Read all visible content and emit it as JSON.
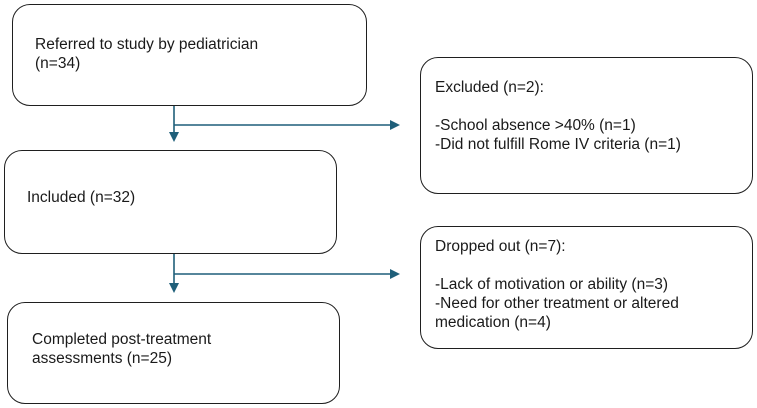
{
  "nodes": {
    "referred": {
      "lines": [
        "Referred to study by pediatrician",
        "(n=34)"
      ]
    },
    "included": {
      "lines": [
        "Included (n=32)"
      ]
    },
    "completed": {
      "lines": [
        "Completed post-treatment",
        "assessments (n=25)"
      ]
    },
    "excluded": {
      "title": "Excluded (n=2):",
      "lines": [
        "-School absence >40% (n=1)",
        "-Did not fulfill Rome IV criteria (n=1)"
      ]
    },
    "dropped": {
      "title": "Dropped out (n=7):",
      "lines": [
        "-Lack of motivation or ability (n=3)",
        "-Need for other treatment or altered",
        "medication (n=4)"
      ]
    }
  },
  "colors": {
    "arrow": "#1f5f7a",
    "border": "#1f1f1f"
  }
}
